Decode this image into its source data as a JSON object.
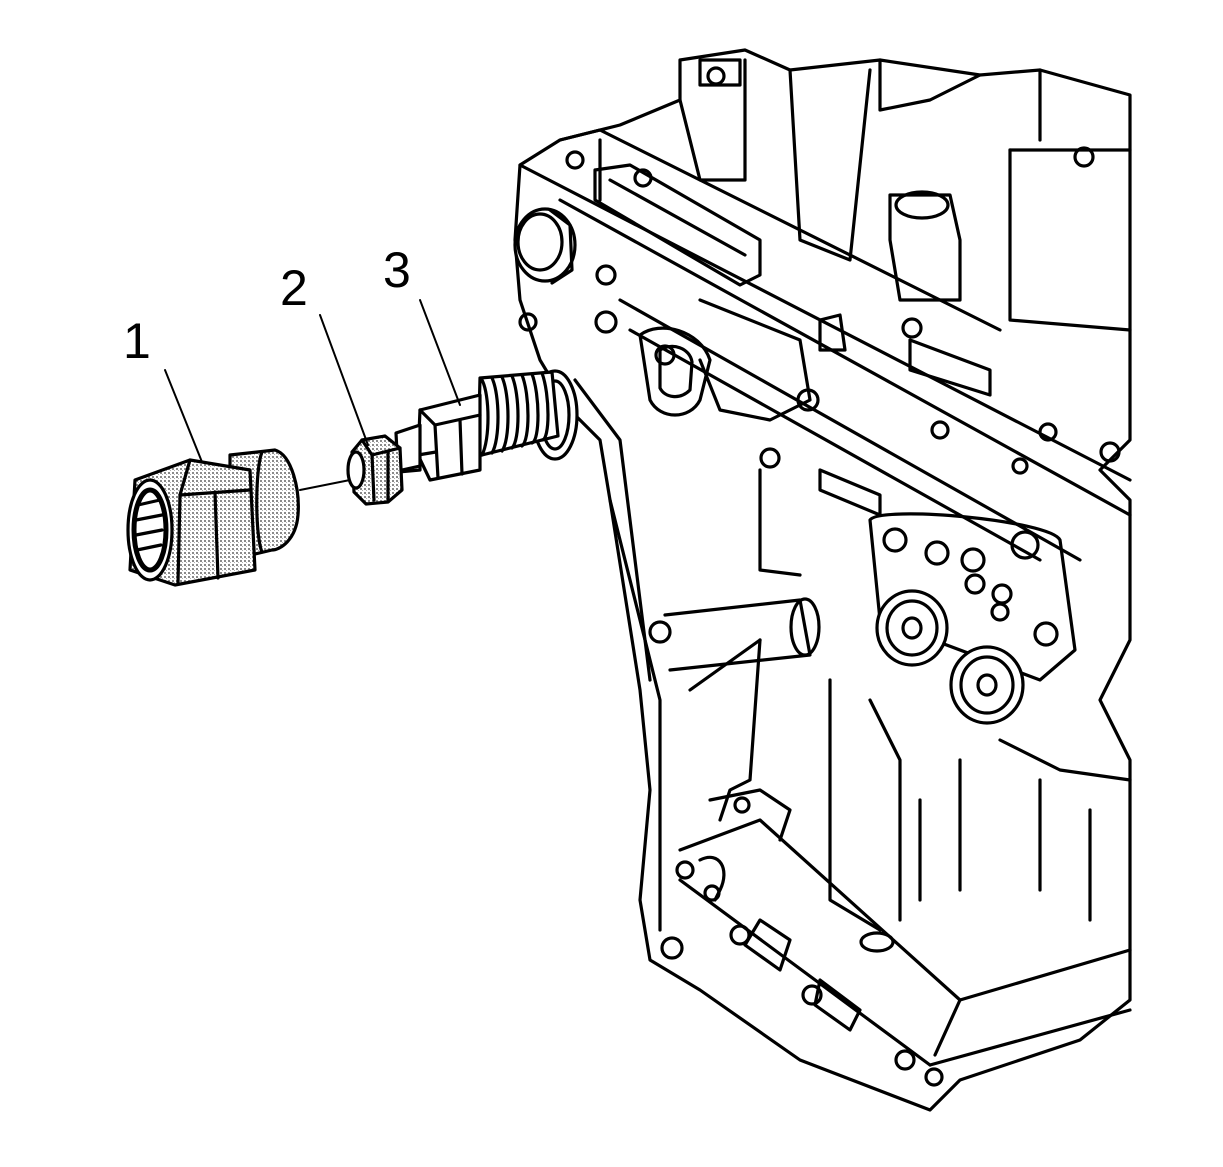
{
  "callouts": [
    {
      "id": "1",
      "label": "1"
    },
    {
      "id": "2",
      "label": "2"
    },
    {
      "id": "3",
      "label": "3"
    }
  ],
  "colors": {
    "ink": "#000000",
    "paper": "#ffffff",
    "stipple": "#a8a8a8"
  }
}
